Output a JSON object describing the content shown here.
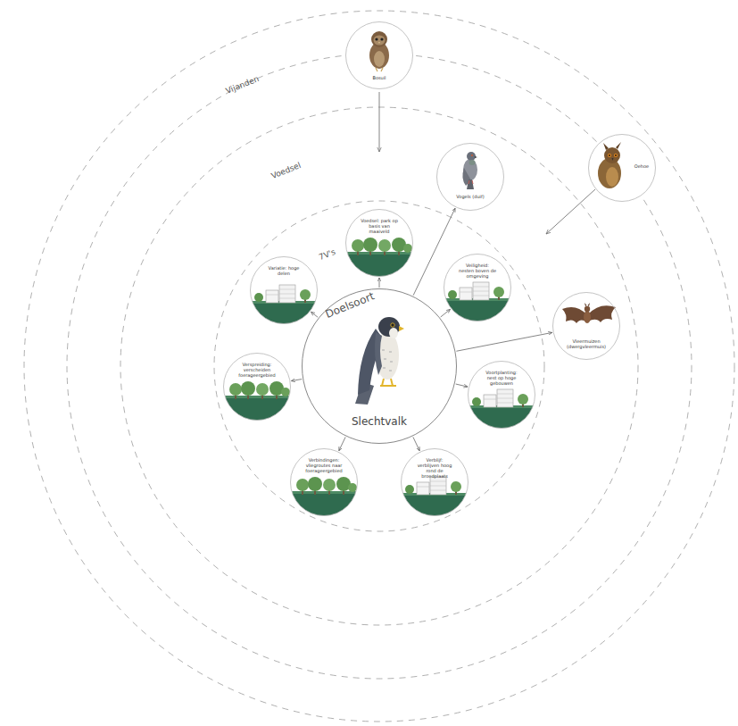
{
  "diagram": {
    "nodes": [
      {
        "text": [
          "Bosuil"
        ]
      },
      {
        "text": [
          "Vogels (duif)"
        ]
      },
      {
        "text": [
          "Oehoe"
        ]
      },
      {
        "text": [
          "Doelsoort",
          "Slechtvalk"
        ]
      },
      {
        "text": [
          "Voedsel: park op basis van maaiveld"
        ]
      },
      {
        "text": [
          "Veiligheid: nesten boven de omgeving"
        ]
      },
      {
        "text": [
          "Voortplanting: nest op hoge gebouwen"
        ]
      },
      {
        "text": [
          "Verblijf: verblijven hoog rond de broedplaats"
        ]
      },
      {
        "text": [
          "Verbindingen: vliegroutes naar foerageergebied"
        ]
      },
      {
        "text": [
          "Verspreiding: verscheiden foerageergebied"
        ]
      },
      {
        "text": [
          "Variatie: hoge delen"
        ]
      },
      {
        "text": [
          "Vleermuizen (dwergvleermuis)"
        ]
      }
    ],
    "edges": [
      {
        "from": 3,
        "to": 4,
        "arrow": "to"
      },
      {
        "from": 3,
        "to": 5,
        "arrow": "to"
      },
      {
        "from": 3,
        "to": 6,
        "arrow": "to"
      },
      {
        "from": 3,
        "to": 7,
        "arrow": "to"
      },
      {
        "from": 3,
        "to": 8,
        "arrow": "to"
      },
      {
        "from": 3,
        "to": 9,
        "arrow": "to"
      },
      {
        "from": 3,
        "to": 10,
        "arrow": "to"
      },
      {
        "from": 3,
        "to": 1,
        "arrow": "to"
      },
      {
        "from": 3,
        "to": 11,
        "arrow": "to"
      }
    ],
    "labels": [
      "Vijanden",
      "Voedsel",
      "7V's"
    ]
  }
}
